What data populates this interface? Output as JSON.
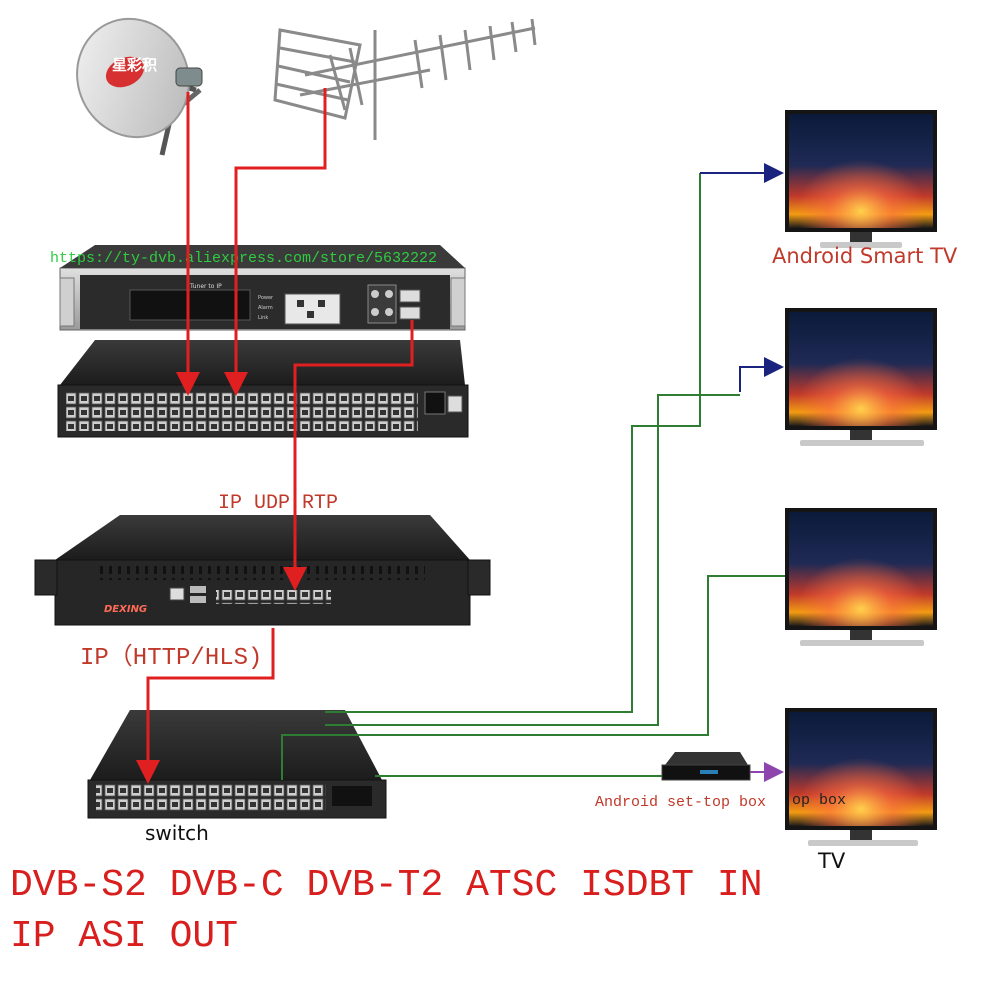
{
  "store_url": "https://ty-dvb.aliexpress.com/store/5632222",
  "dish_brand": "星彩积",
  "receiver_panel_label": "Tuner to IP",
  "receiver_status_labels": [
    "Power",
    "Alarm",
    "Link"
  ],
  "streaming_brand": "DEXING",
  "labels": {
    "ip_udp_rtp": "IP UDP RTP",
    "ip_http_hls": "IP（HTTP/HLS)",
    "switch": "switch",
    "android_smart_tv": "Android Smart TV",
    "android_stb": "Android set-top box",
    "stb_overlap_text": "op box",
    "tv": "TV"
  },
  "banner": {
    "line1": "DVB-S2 DVB-C DVB-T2 ATSC ISDBT IN",
    "line2": "IP ASI OUT"
  },
  "colors": {
    "signal_red": "#e02020",
    "lan_green": "#2e7d32",
    "hdmi_navy": "#1a237e",
    "stb_purple": "#8e44ad",
    "url_green": "#2ecc40",
    "banner_red": "#d91e1e",
    "label_red": "#c0392b",
    "device_body": "#2b2b2b",
    "rack_silver": "#c8c8c8"
  },
  "icons": {
    "dish": "satellite-dish-icon",
    "antenna": "yagi-antenna-icon",
    "tv": "tv-monitor-icon",
    "stb": "set-top-box-icon"
  }
}
